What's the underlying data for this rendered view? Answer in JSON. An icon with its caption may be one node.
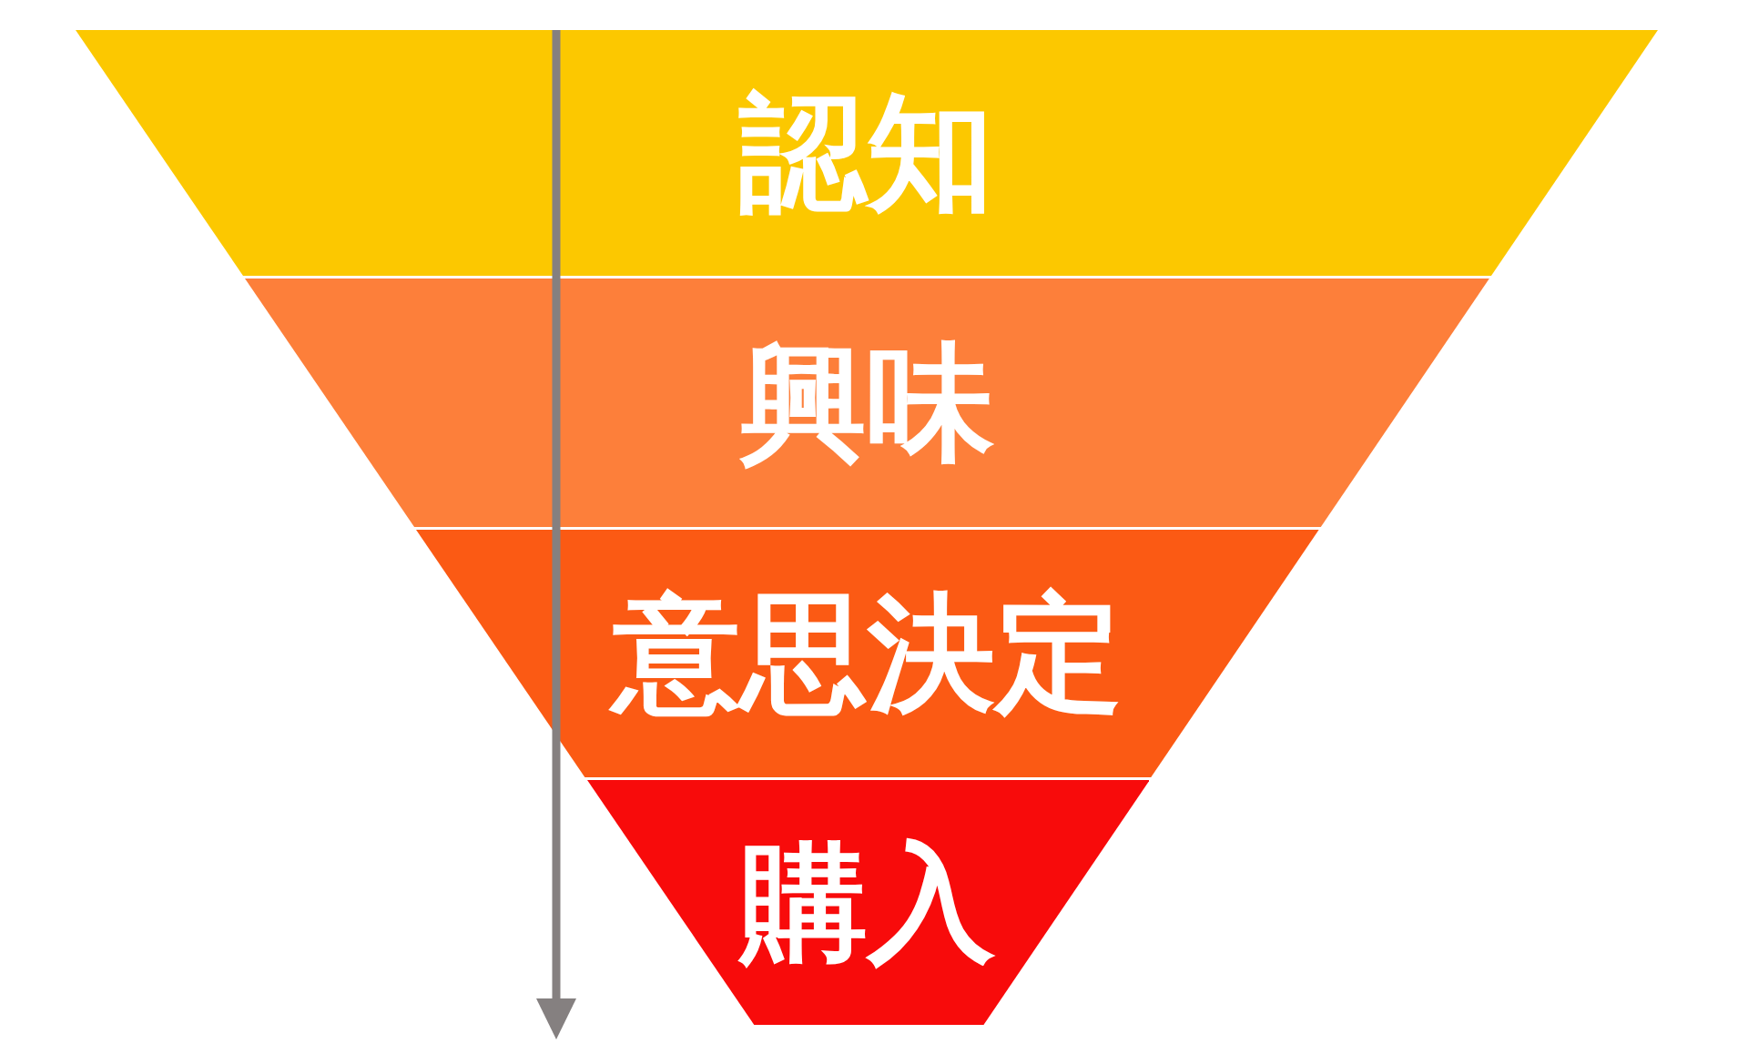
{
  "diagram": {
    "nodes": [
      {
        "text": [
          "認知"
        ]
      },
      {
        "text": [
          "興味"
        ]
      },
      {
        "text": [
          "意思決定"
        ]
      },
      {
        "text": [
          "購入"
        ]
      }
    ]
  }
}
